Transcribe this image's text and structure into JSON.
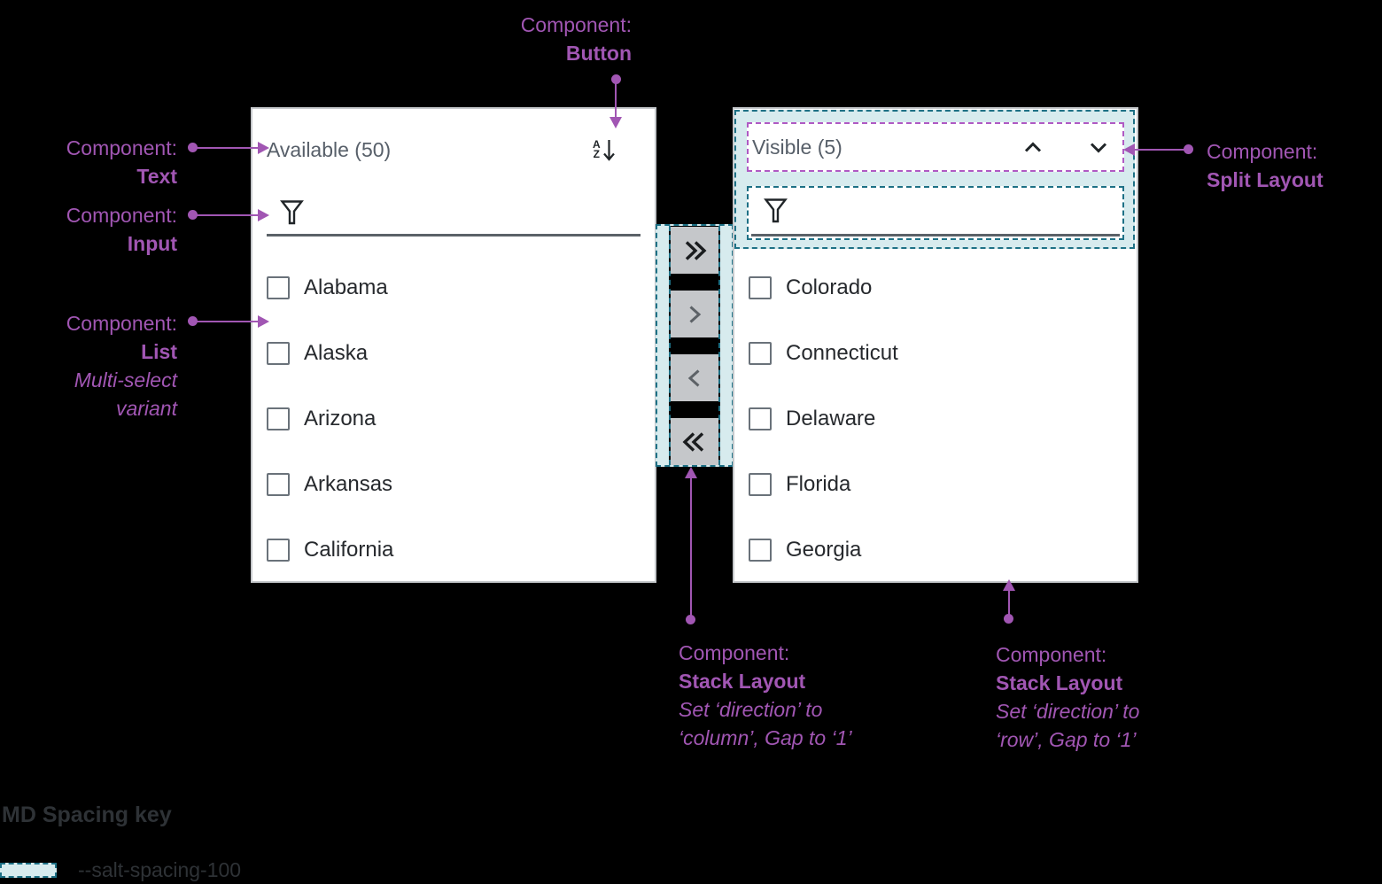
{
  "page": {
    "background": "#000000"
  },
  "colors": {
    "annotation_purple": "#a156b3",
    "split_layout_dashed_purple": "#b05ac4",
    "spacing_overlay_teal_border": "#1e7186",
    "spacing_overlay_teal_fill": "#d7ebee",
    "panel_background": "#ffffff",
    "transfer_button_background": "#c5c7ca",
    "title_text": "#575f69",
    "item_text": "#26292d"
  },
  "annotations": {
    "text": {
      "label": "Component:",
      "name": "Text"
    },
    "input": {
      "label": "Component:",
      "name": "Input"
    },
    "list": {
      "label": "Component:",
      "name": "List",
      "note1": "Multi-select",
      "note2": "variant"
    },
    "button": {
      "label": "Component:",
      "name": "Button"
    },
    "split_layout": {
      "label": "Component:",
      "name": "Split Layout"
    },
    "stack_column": {
      "label": "Component:",
      "name": "Stack Layout",
      "note1": "Set ‘direction’ to",
      "note2": "‘column’, Gap to ‘1’"
    },
    "stack_row": {
      "label": "Component:",
      "name": "Stack Layout",
      "note1": "Set ‘direction’ to",
      "note2": "‘row’, Gap to ‘1’"
    }
  },
  "available_panel": {
    "title": "Available (50)",
    "sort_icon": "az-sort-descending",
    "sort_letters": [
      "A",
      "Z"
    ],
    "filter_icon": "filter-funnel",
    "filter_value": "",
    "items": [
      {
        "label": "Alabama",
        "checked": false
      },
      {
        "label": "Alaska",
        "checked": false
      },
      {
        "label": "Arizona",
        "checked": false
      },
      {
        "label": "Arkansas",
        "checked": false
      },
      {
        "label": "California",
        "checked": false
      }
    ]
  },
  "visible_panel": {
    "title": "Visible (5)",
    "up_icon": "chevron-up",
    "down_icon": "chevron-down",
    "filter_icon": "filter-funnel",
    "filter_value": "",
    "items": [
      {
        "label": "Colorado",
        "checked": false
      },
      {
        "label": "Connecticut",
        "checked": false
      },
      {
        "label": "Delaware",
        "checked": false
      },
      {
        "label": "Florida",
        "checked": false
      },
      {
        "label": "Georgia",
        "checked": false
      }
    ]
  },
  "transfer_buttons": [
    {
      "name": "move-all-right",
      "icon": "double-chevron-right"
    },
    {
      "name": "move-right",
      "icon": "chevron-right"
    },
    {
      "name": "move-left",
      "icon": "chevron-left"
    },
    {
      "name": "move-all-left",
      "icon": "double-chevron-left"
    }
  ],
  "spacing_key": {
    "heading": "MD Spacing key",
    "token": "--salt-spacing-100"
  }
}
